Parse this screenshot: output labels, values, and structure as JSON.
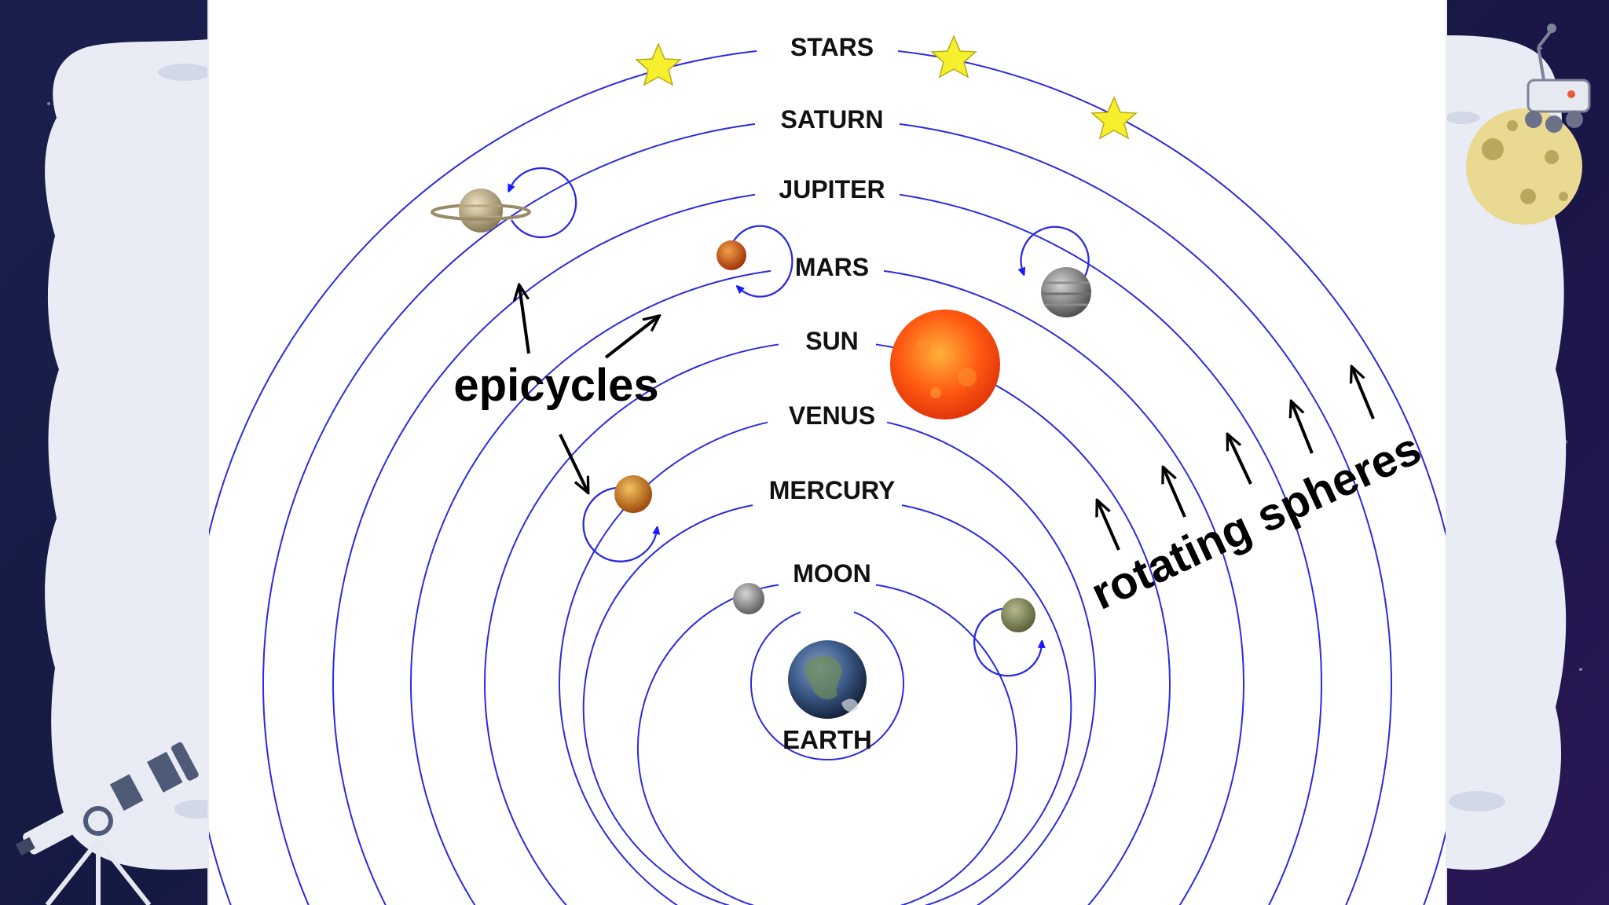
{
  "diagram": {
    "spheres": [
      {
        "name": "STARS"
      },
      {
        "name": "SATURN"
      },
      {
        "name": "JUPITER"
      },
      {
        "name": "MARS"
      },
      {
        "name": "SUN"
      },
      {
        "name": "VENUS"
      },
      {
        "name": "MERCURY"
      },
      {
        "name": "MOON"
      }
    ],
    "center_label": "EARTH",
    "annotation_epicycles": "epicycles",
    "annotation_spheres": "rotating spheres"
  },
  "colors": {
    "orbit": "#2b2be0",
    "panel": "#ffffff",
    "star_fill": "#f6ef2e",
    "sun": "#ff5a12",
    "background": "#171c48"
  }
}
